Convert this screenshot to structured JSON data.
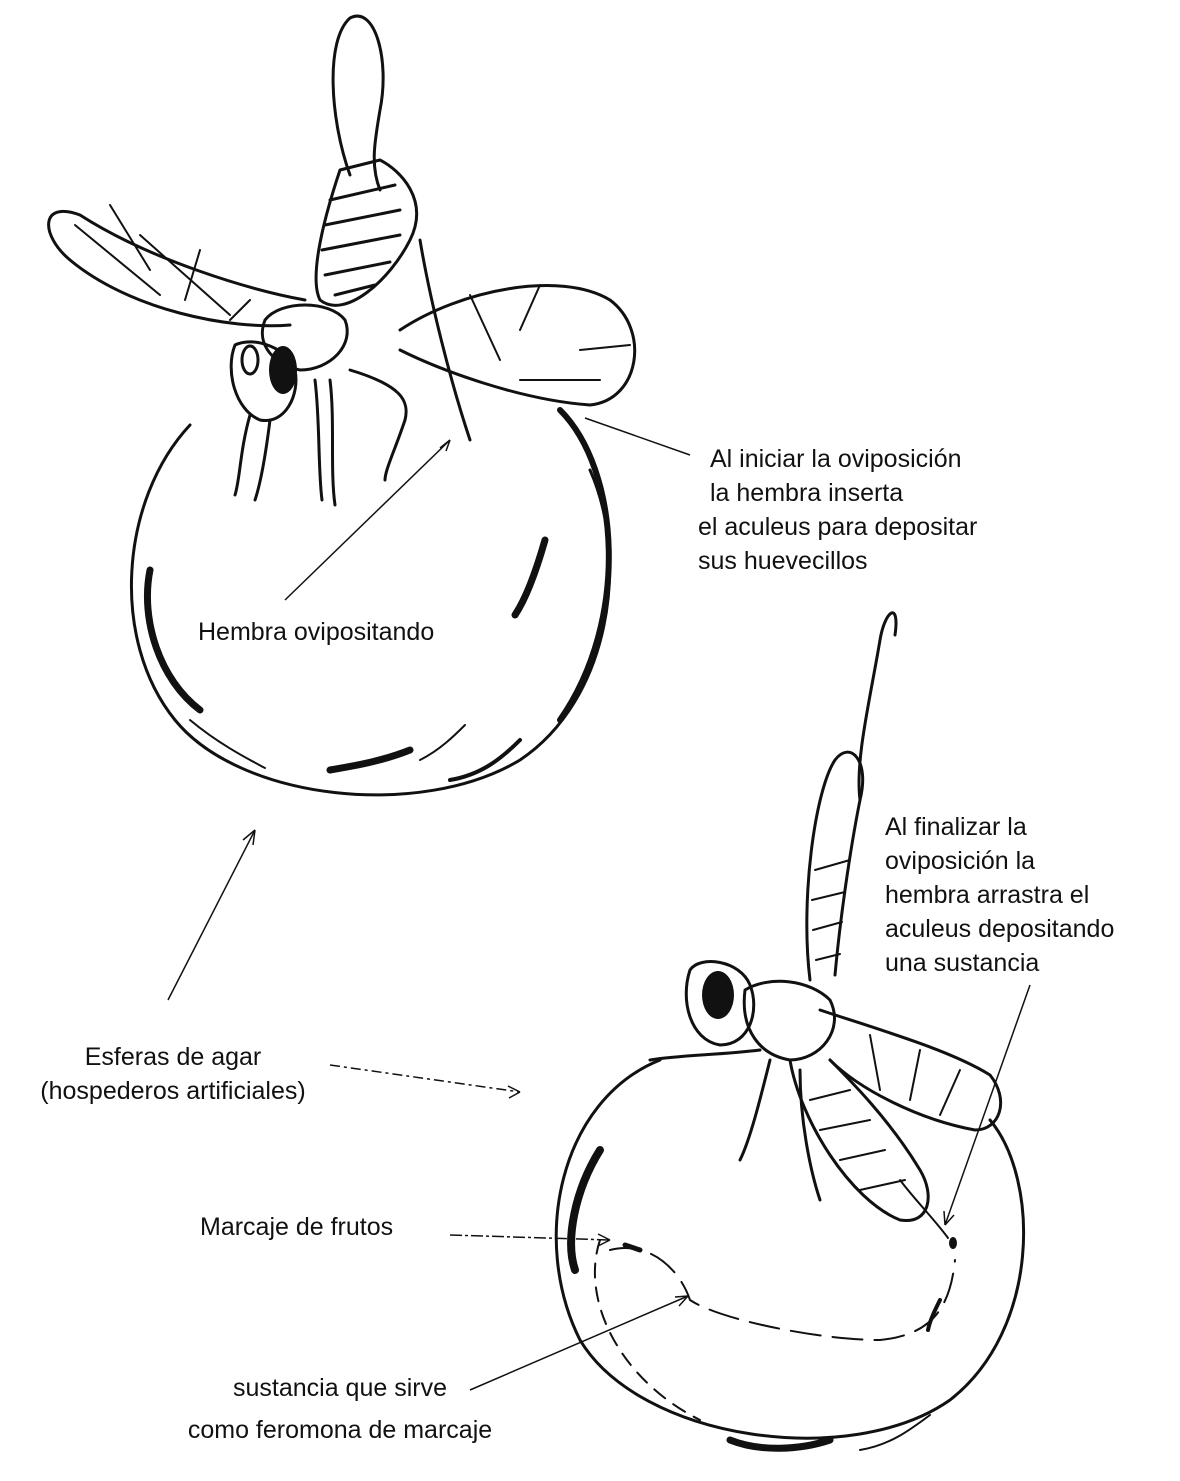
{
  "labels": {
    "hembra_ovipositando": "Hembra ovipositando",
    "inicio_oviposicion": [
      "Al iniciar la oviposición",
      "la hembra inserta",
      "el aculeus para depositar",
      "sus huevecillos"
    ],
    "fin_oviposicion": [
      "Al finalizar la",
      "oviposición la",
      "hembra arrastra el",
      "aculeus  depositando",
      "una  sustancia"
    ],
    "esferas": [
      "Esferas de agar",
      "(hospederos artificiales)"
    ],
    "marcaje": "Marcaje de frutos",
    "sustancia": [
      "sustancia que sirve",
      "como feromona de marcaje"
    ]
  },
  "colors": {
    "ink": "#111111",
    "background": "#ffffff"
  }
}
